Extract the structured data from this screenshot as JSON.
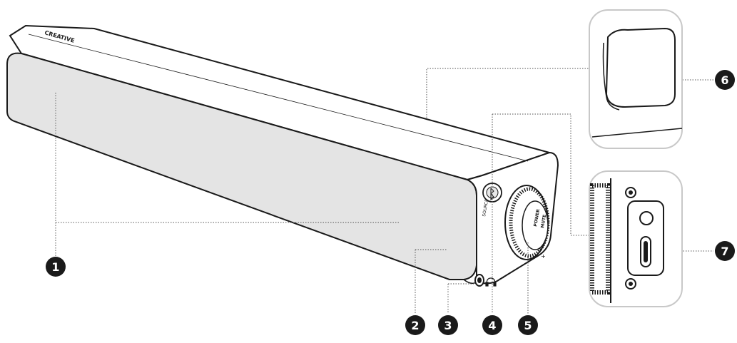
{
  "device": {
    "brand": "CREATIVE",
    "source_label": "SOURCE",
    "knob_label_top": "POWER",
    "knob_label_bottom": "MUTE",
    "minus_symbol": "–",
    "plus_symbol": "+",
    "headphone_icon": "headphone-icon",
    "bluetooth_icon": "bluetooth-icon",
    "usb_c_icon": "usb-c-port"
  },
  "callouts": [
    "1",
    "2",
    "3",
    "4",
    "5",
    "6",
    "7"
  ],
  "colors": {
    "outline": "#1a1a1a",
    "front_grille": "#e4e4e4",
    "body": "#ffffff",
    "leader": "#555555",
    "inset_border": "#c8c8c8",
    "callout_fill": "#1a1a1a"
  }
}
